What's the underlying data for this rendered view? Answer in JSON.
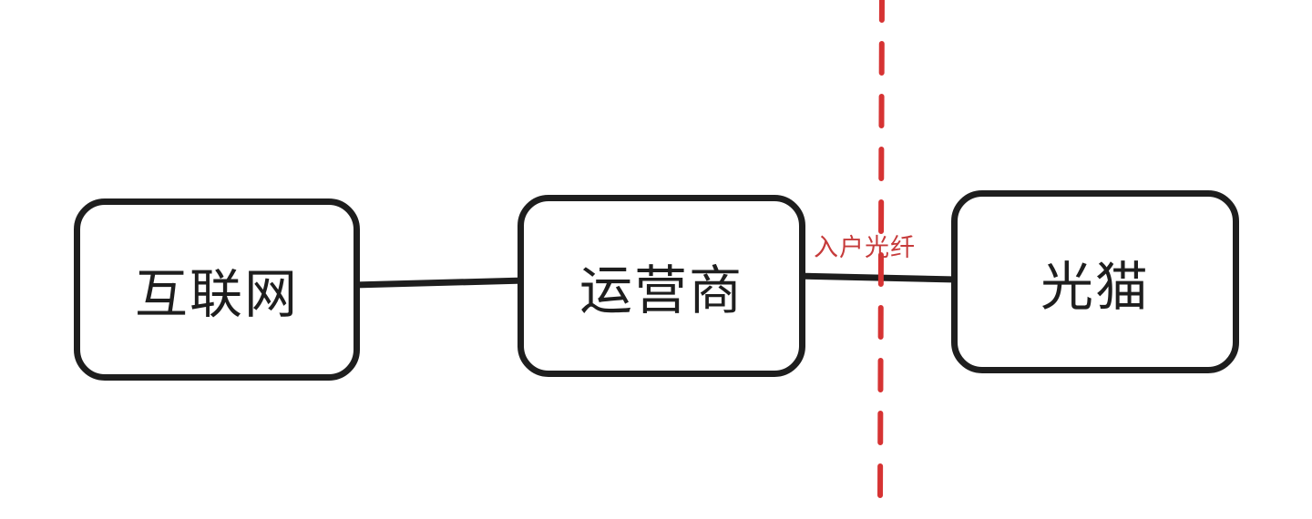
{
  "diagram": {
    "nodes": [
      {
        "id": "internet",
        "label": "互联网"
      },
      {
        "id": "isp",
        "label": "运营商"
      },
      {
        "id": "modem",
        "label": "光猫"
      }
    ],
    "edges": [
      {
        "from": "internet",
        "to": "isp",
        "label": ""
      },
      {
        "from": "isp",
        "to": "modem",
        "label": "入户光纤"
      }
    ],
    "boundary": {
      "style": "dashed",
      "color": "#d63333"
    },
    "colors": {
      "stroke": "#1e1e1e",
      "accent": "#c63a3a"
    }
  }
}
